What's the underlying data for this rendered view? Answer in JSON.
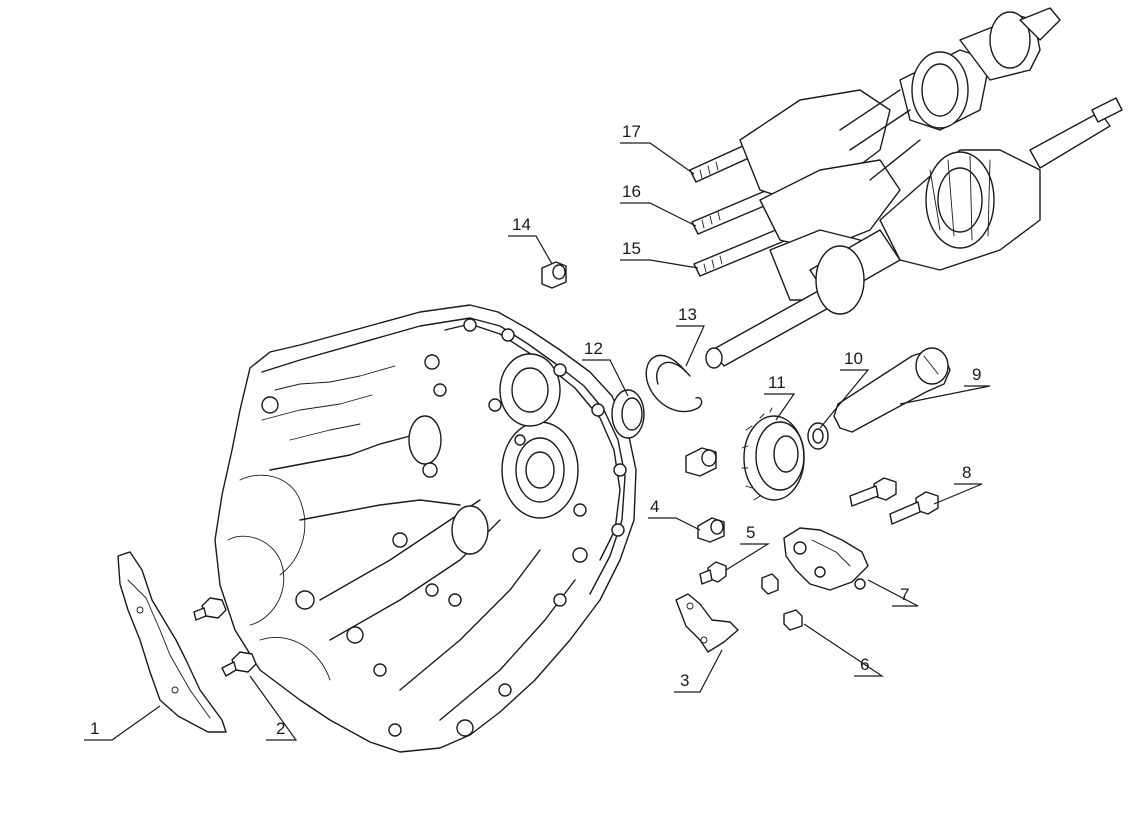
{
  "diagram": {
    "callouts": [
      {
        "id": "1",
        "label": "1"
      },
      {
        "id": "2",
        "label": "2"
      },
      {
        "id": "3",
        "label": "3"
      },
      {
        "id": "4",
        "label": "4"
      },
      {
        "id": "5",
        "label": "5"
      },
      {
        "id": "6",
        "label": "6"
      },
      {
        "id": "7",
        "label": "7"
      },
      {
        "id": "8",
        "label": "8"
      },
      {
        "id": "9",
        "label": "9"
      },
      {
        "id": "10",
        "label": "10"
      },
      {
        "id": "11",
        "label": "11"
      },
      {
        "id": "12",
        "label": "12"
      },
      {
        "id": "13",
        "label": "13"
      },
      {
        "id": "14",
        "label": "14"
      },
      {
        "id": "15",
        "label": "15"
      },
      {
        "id": "16",
        "label": "16"
      },
      {
        "id": "17",
        "label": "17"
      }
    ]
  }
}
